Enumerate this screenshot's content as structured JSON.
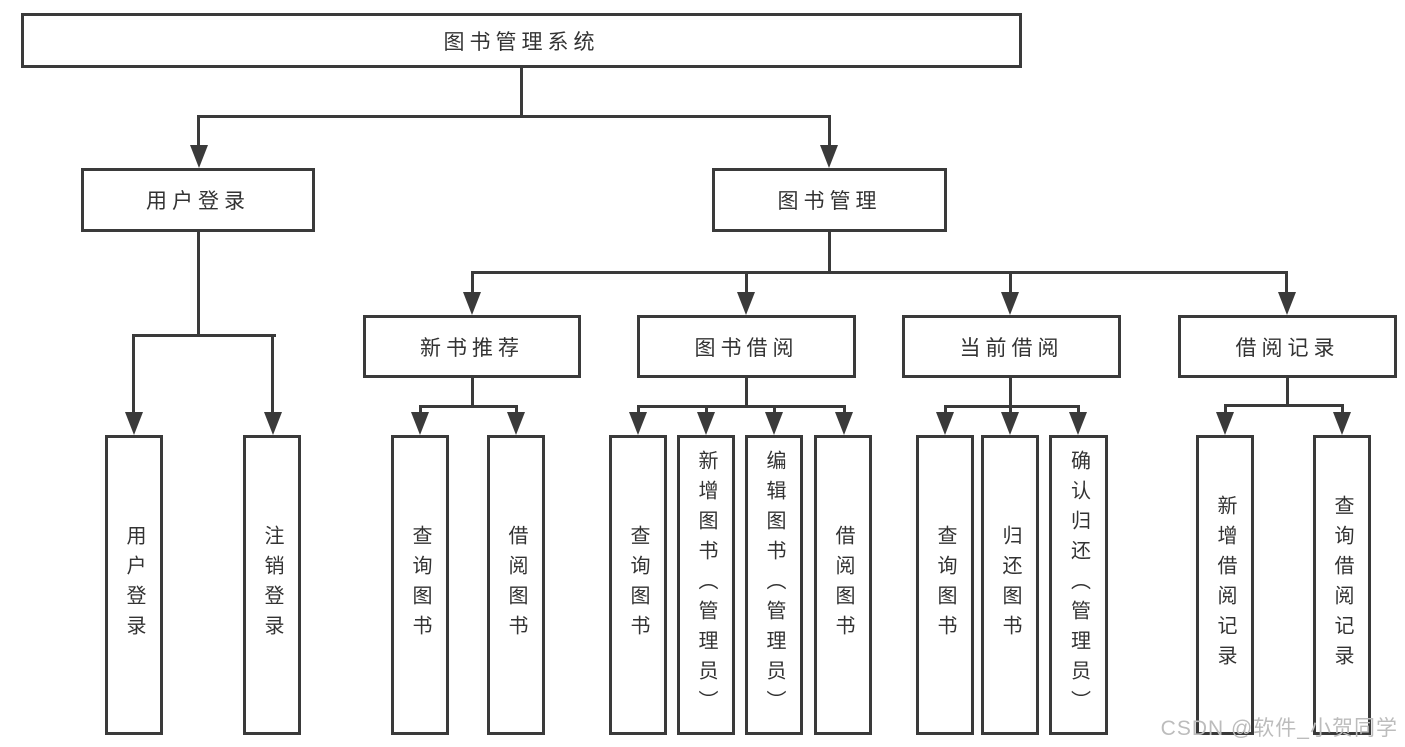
{
  "diagram_title": "图书管理系统",
  "colors": {
    "line": "#3a3a3a",
    "box_border": "#3a3a3a",
    "text": "#333333",
    "background": "#ffffff",
    "watermark": "#bcbcbc"
  },
  "nodes": {
    "root": {
      "label": "图书管理系统"
    },
    "user_login": {
      "label": "用户登录"
    },
    "book_mgmt": {
      "label": "图书管理"
    },
    "new_book_rec": {
      "label": "新书推荐"
    },
    "book_borrow": {
      "label": "图书借阅"
    },
    "current_borrow": {
      "label": "当前借阅"
    },
    "borrow_records": {
      "label": "借阅记录"
    },
    "leaf_user_login": {
      "label": "用户登录"
    },
    "leaf_logout": {
      "label": "注销登录"
    },
    "leaf_rec_query_books": {
      "label": "查询图书"
    },
    "leaf_rec_borrow_books": {
      "label": "借阅图书"
    },
    "leaf_bb_query_books": {
      "label": "查询图书"
    },
    "leaf_bb_add_books": {
      "label": "新增图书（管理员）"
    },
    "leaf_bb_edit_books": {
      "label": "编辑图书（管理员）"
    },
    "leaf_bb_borrow_books": {
      "label": "借阅图书"
    },
    "leaf_cb_query_books": {
      "label": "查询图书"
    },
    "leaf_cb_return_books": {
      "label": "归还图书"
    },
    "leaf_cb_confirm_return": {
      "label": "确认归还（管理员）"
    },
    "leaf_br_add_record": {
      "label": "新增借阅记录"
    },
    "leaf_br_query_record": {
      "label": "查询借阅记录"
    }
  },
  "watermark": {
    "text": "CSDN @软件_小贺同学"
  }
}
